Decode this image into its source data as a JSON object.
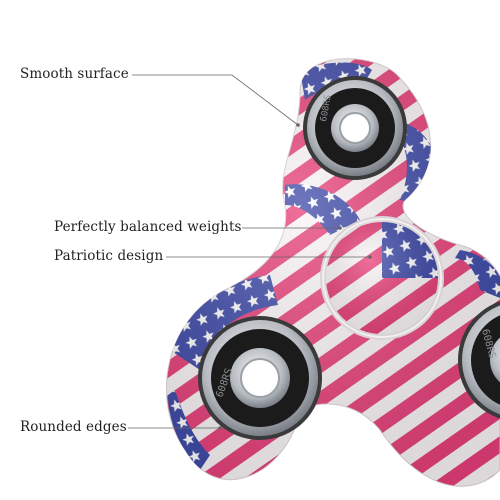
{
  "labels": {
    "smooth_surface": "Smooth surface",
    "balanced_weights": "Perfectly balanced weights",
    "patriotic_design": "Patriotic design",
    "rounded_edges": "Rounded edges"
  },
  "bearing_text": {
    "top": "608RS",
    "left": "608RS",
    "right": "608RS"
  },
  "colors": {
    "stripe_pink": "#e8407a",
    "stripe_white": "#fbf6f8",
    "canton_blue": "#3d49a8",
    "bearing_black": "#1b1b1b",
    "steel": "#c9ccd0",
    "callout_line": "#666666"
  },
  "icons": {
    "fidget_spinner": "fidget-spinner-icon"
  }
}
